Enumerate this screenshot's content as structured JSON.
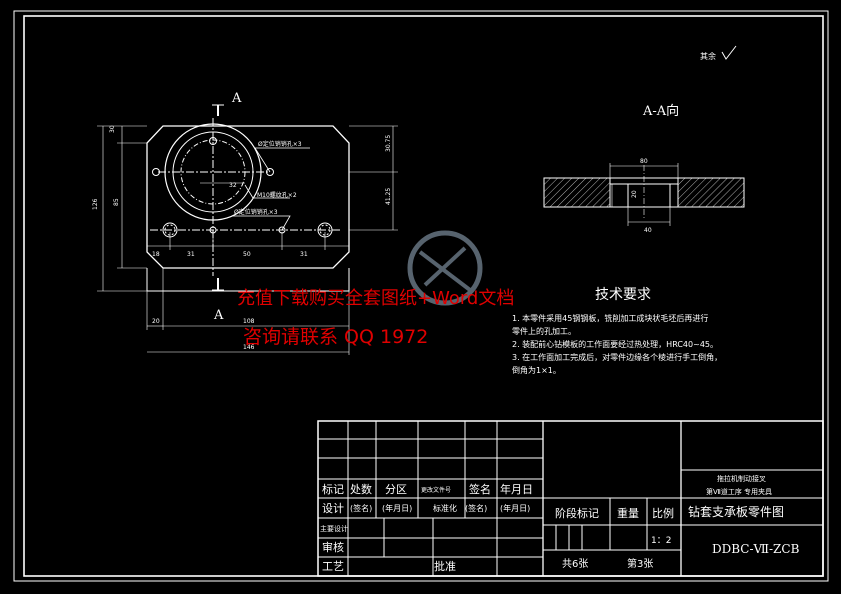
{
  "drawing": {
    "roughness": "其余",
    "section_mark": "A",
    "section_view_title": "A-A向",
    "annotations": {
      "pin_holes_top": "Ø定位销销孔×3",
      "thread_holes": "M10螺纹孔×2",
      "pin_holes_bottom": "Ø定位销销孔×3"
    },
    "dims": {
      "d_30": "30",
      "d_85": "85",
      "d_126": "126",
      "d_32": "32",
      "d_30_75": "30.75",
      "d_41_25": "41.25",
      "d_18": "18",
      "d_31": "31",
      "d_50": "50",
      "d_31b": "31",
      "d_20": "20",
      "d_108": "108",
      "d_146": "146",
      "s_80": "80",
      "s_40": "40",
      "s_20": "20"
    }
  },
  "tech": {
    "title": "技术要求",
    "items": [
      "1.  本零件采用45钢钢板，铣削加工成块状毛坯后再进行",
      "     零件上的孔加工。",
      "2.  装配前心钻模板的工作面要经过热处理，HRC40~45。",
      "3.  在工作面加工完成后，对零件边缘各个棱进行手工倒角，",
      "     倒角为1×1。"
    ]
  },
  "watermark": {
    "line1": "充值下载购买全套图纸+Word文档",
    "line2": "咨询请联系  QQ 1972"
  },
  "title_block": {
    "rev_headers": [
      "标记",
      "处数",
      "分区",
      "更改文件号",
      "签名",
      "年月日"
    ],
    "row_design": [
      "设计",
      "(签名)",
      "(年月日)",
      "标准化",
      "(签名)",
      "(年月日)"
    ],
    "row_checker": "审核",
    "row_process": "工艺",
    "row_approve": "批准",
    "row_main_designer": "主要设计",
    "stage_label": "阶段标记",
    "weight_label": "重量",
    "scale_label": "比例",
    "scale_value": "1：2",
    "sheets_total": "共6张",
    "sheet_number": "第3张",
    "company_line1": "拖拉机制动接叉",
    "company_line2": "第Ⅶ道工序  专用夹具",
    "drawing_name": "钻套支承板零件图",
    "drawing_code": "DDBC-Ⅶ-ZCB"
  }
}
